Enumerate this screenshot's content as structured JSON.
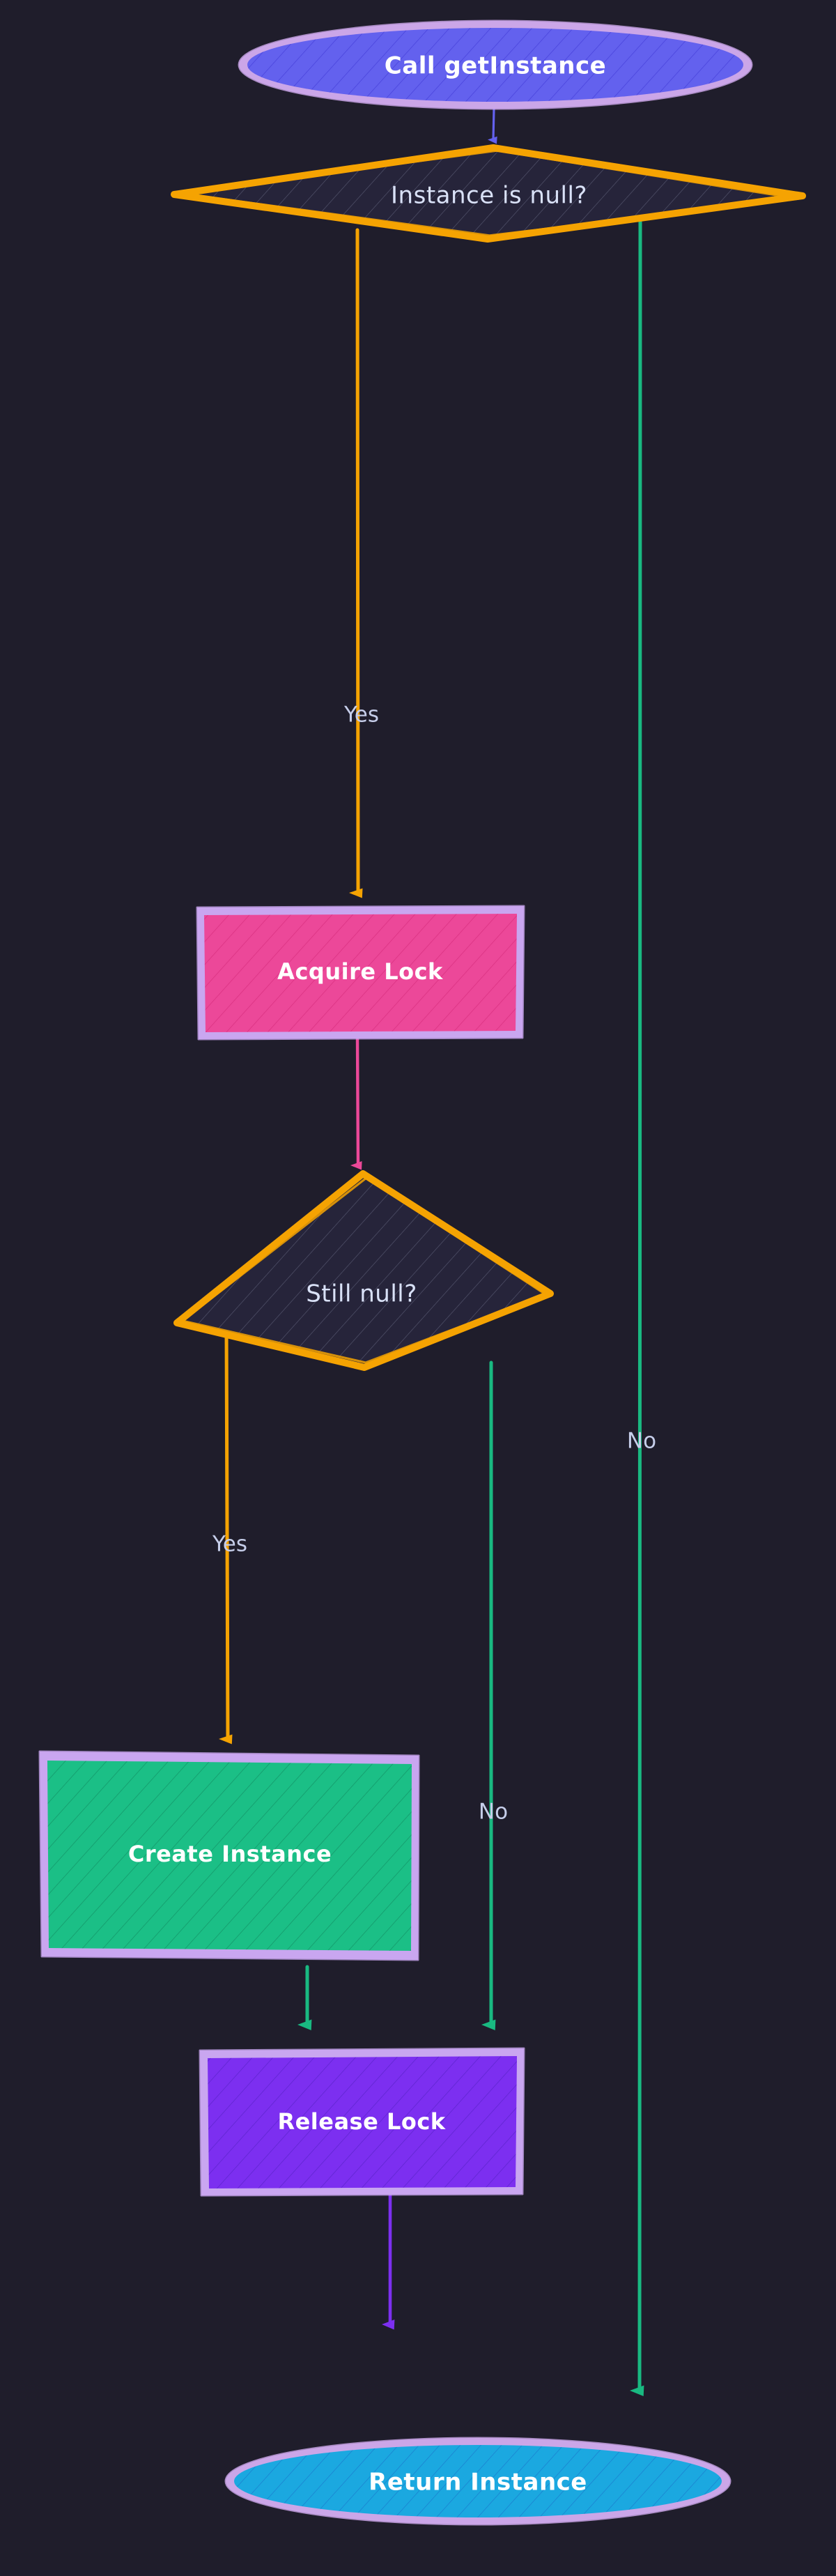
{
  "diagram": {
    "type": "flowchart",
    "title": "Singleton getInstance double-checked locking flow",
    "background_color": "#1F1D2B",
    "style": "hand-drawn sketch",
    "nodes": [
      {
        "id": "start",
        "label": "Call getInstance",
        "shape": "ellipse",
        "fill": "#6361EE",
        "stroke": "#CBA6E8",
        "text_color": "#FFFFFF"
      },
      {
        "id": "check1",
        "label": "Instance is null?",
        "shape": "diamond",
        "fill": "#26243A",
        "stroke": "#F5A302",
        "text_color": "#D9E1F7"
      },
      {
        "id": "lock",
        "label": "Acquire Lock",
        "shape": "rect",
        "fill": "#EC4899",
        "stroke": "#C9A6F0",
        "text_color": "#FFFFFF"
      },
      {
        "id": "check2",
        "label": "Still null?",
        "shape": "diamond",
        "fill": "#26243A",
        "stroke": "#F5A302",
        "text_color": "#D9E1F7"
      },
      {
        "id": "create",
        "label": "Create Instance",
        "shape": "rect",
        "fill": "#1BBF86",
        "stroke": "#C9A6F0",
        "text_color": "#FFFFFF"
      },
      {
        "id": "release",
        "label": "Release Lock",
        "shape": "rect",
        "fill": "#7C2FF0",
        "stroke": "#C9A6F0",
        "text_color": "#FFFFFF"
      },
      {
        "id": "return",
        "label": "Return Instance",
        "shape": "ellipse",
        "fill": "#1BA8E0",
        "stroke": "#CBA6E8",
        "text_color": "#FFFFFF"
      }
    ],
    "edges": [
      {
        "from": "start",
        "to": "check1",
        "label": "",
        "color": "#6361EE"
      },
      {
        "from": "check1",
        "to": "lock",
        "label": "Yes",
        "color": "#F5A302"
      },
      {
        "from": "check1",
        "to": "return",
        "label": "No",
        "color": "#19B981"
      },
      {
        "from": "lock",
        "to": "check2",
        "label": "",
        "color": "#EC4899"
      },
      {
        "from": "check2",
        "to": "create",
        "label": "Yes",
        "color": "#F5A302"
      },
      {
        "from": "check2",
        "to": "release",
        "label": "No",
        "color": "#19B981"
      },
      {
        "from": "create",
        "to": "release",
        "label": "",
        "color": "#19B981"
      },
      {
        "from": "release",
        "to": "return",
        "label": "",
        "color": "#7C2FF0"
      }
    ],
    "edge_labels": {
      "check1_yes": "Yes",
      "check1_no": "No",
      "check2_yes": "Yes",
      "check2_no": "No"
    },
    "colors": {
      "background": "#1F1D2B",
      "orange": "#F5A302",
      "green": "#19B981",
      "pink": "#EC4899",
      "purple": "#7C2FF0",
      "indigo": "#6361EE",
      "cyan": "#1BA8E0",
      "lavender_border": "#C9A6F0",
      "label_text": "#C6CEEA",
      "diamond_text": "#D9E1F7"
    }
  }
}
